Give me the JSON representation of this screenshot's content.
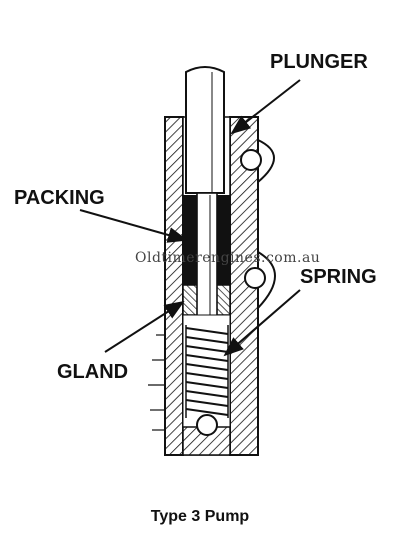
{
  "labels": {
    "plunger": "PLUNGER",
    "packing": "PACKING",
    "spring": "SPRING",
    "gland": "GLAND"
  },
  "watermark": "Oldtimerengines.com.au",
  "caption": "Type 3 Pump",
  "colors": {
    "ink": "#111111",
    "paper": "#ffffff"
  }
}
